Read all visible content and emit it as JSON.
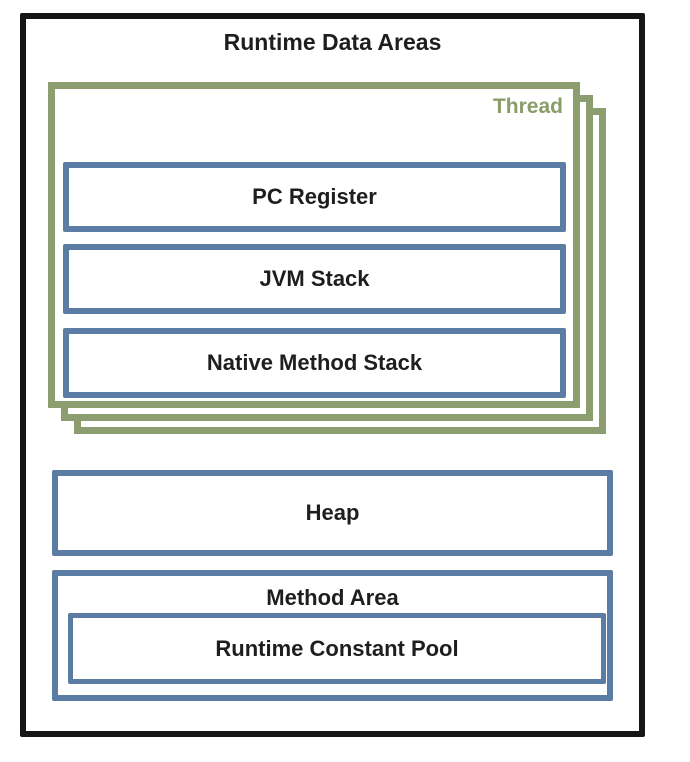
{
  "diagram": {
    "title": "Runtime Data Areas",
    "thread": {
      "label": "Thread",
      "stack_layer_count": 3,
      "boxes": [
        {
          "label": "PC Register"
        },
        {
          "label": "JVM Stack"
        },
        {
          "label": "Native Method Stack"
        }
      ]
    },
    "heap": {
      "label": "Heap"
    },
    "method_area": {
      "label": "Method Area",
      "child": {
        "label": "Runtime Constant Pool"
      }
    },
    "colors": {
      "background": "#ffffff",
      "outer_border": "#161616",
      "thread_border": "#8c9d6f",
      "thread_label": "#8a9c68",
      "box_border": "#5b7ca3",
      "text": "#1e1e1e"
    }
  }
}
